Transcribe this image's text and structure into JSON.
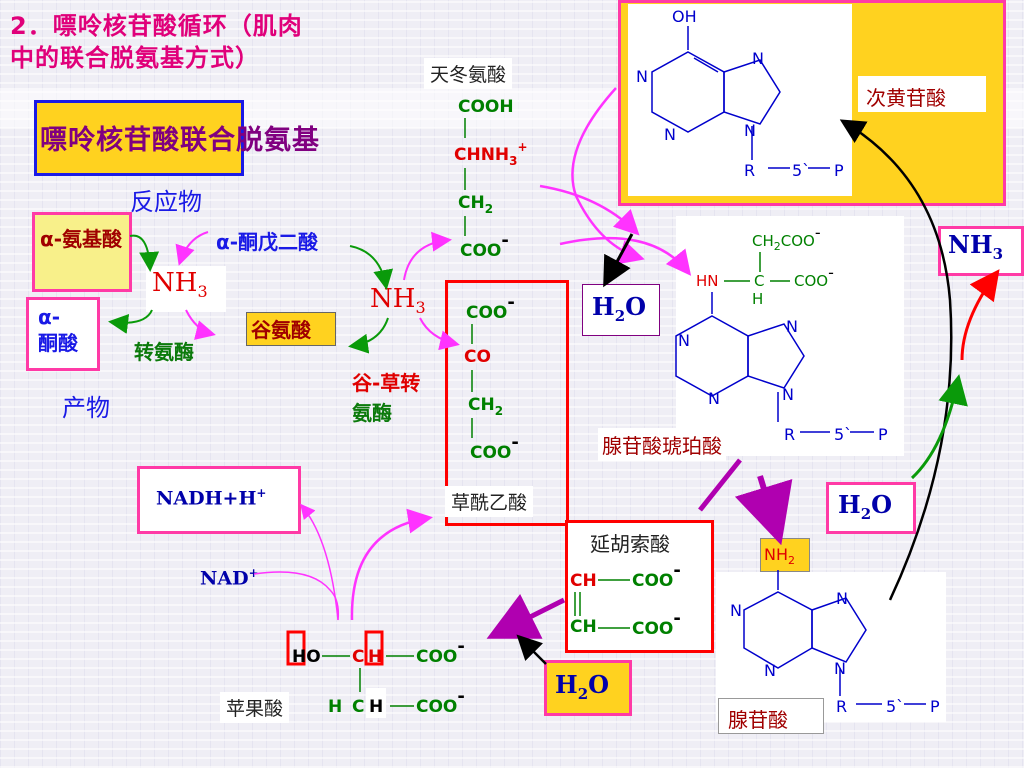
{
  "title": {
    "line1": "2．嘌呤核苷酸循环（肌肉",
    "line2": "中的联合脱氨基方式）"
  },
  "heading": {
    "text": "嘌呤核苷酸联合脱氨基"
  },
  "left_cycle": {
    "reactant_label": "反应物",
    "product_label": "产物",
    "amino_acid": "α-氨基酸",
    "keto_acid_line1": "α-",
    "keto_acid_line2": "酮酸",
    "nh3": "NH3",
    "ketoglutarate": "α-酮戊二酸",
    "transaminase": "转氨酶",
    "glutamate": "谷氨酸",
    "got_line1": "谷-草转",
    "got_line2": "氨酶",
    "nh3_b": "NH3"
  },
  "aspartate": {
    "label": "天冬氨酸",
    "cooh": "COOH",
    "chnh3": "CHNH3",
    "plus": "+",
    "ch2": "CH2",
    "coo": "COO",
    "minus": "-"
  },
  "oxaloacetate": {
    "label": "草酰乙酸",
    "coo1": "COO",
    "co": "CO",
    "ch2": "CH2",
    "coo2": "COO"
  },
  "fumarate": {
    "label": "延胡索酸",
    "ch1": "CH",
    "coo1": "COO",
    "ch2": "CH",
    "coo2": "COO"
  },
  "malate": {
    "label": "苹果酸",
    "ho": "HO",
    "c": "C",
    "h": "H",
    "coo1": "COO",
    "h2": "H",
    "c2": "C",
    "h3": "H",
    "coo2": "COO"
  },
  "nadh": "NADH+H+",
  "nad": "NAD+",
  "water": {
    "h2o": "H2O"
  },
  "imp": {
    "label": "次黄苷酸",
    "oh": "OH"
  },
  "adenylosuccinate": {
    "label": "腺苷酸琥珀酸",
    "ch2coo": "CH2COO",
    "hn": "HN",
    "c": "C",
    "coo": "COO",
    "h": "H"
  },
  "amp": {
    "label": "腺苷酸",
    "nh2": "NH2"
  },
  "nh3_out": "NH3",
  "ring": {
    "n": "N",
    "r": "R",
    "five": "5`",
    "p": "P"
  },
  "colors": {
    "magenta": "#e0007a",
    "pink_arrow": "#ff33ff",
    "yellow": "#ffd21f",
    "red": "#ff0000",
    "green": "#0a9a0a",
    "blue": "#1a1ae6"
  }
}
